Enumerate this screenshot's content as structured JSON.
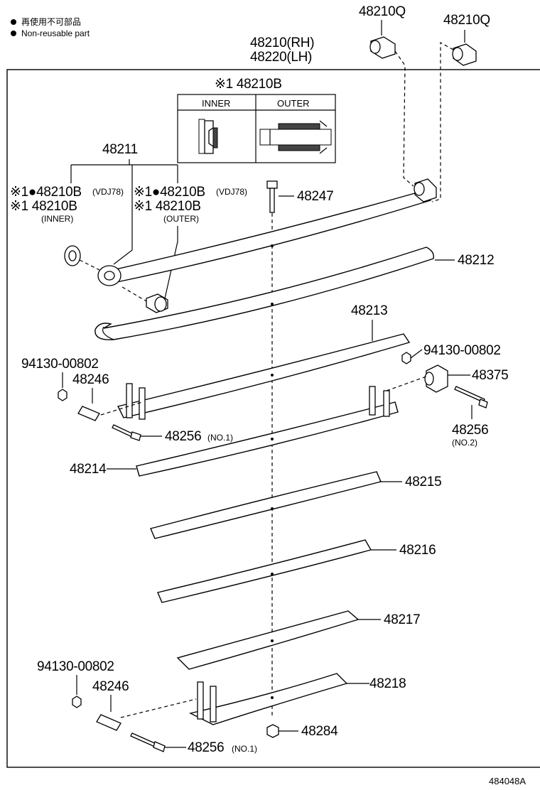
{
  "legend": {
    "line1": "再使用不可部品",
    "line2": "Non-reusable part"
  },
  "inset": {
    "title": "※1 48210B",
    "col_inner": "INNER",
    "col_outer": "OUTER"
  },
  "parts": {
    "p48210q_a": "48210Q",
    "p48210q_b": "48210Q",
    "p48210_rh": "48210(RH)",
    "p48220_lh": "48220(LH)",
    "p48211": "48211",
    "b_inner_1": "※1●48210B",
    "b_inner_1_note": "(VDJ78)",
    "b_inner_2": "※1  48210B",
    "b_inner_tag": "(INNER)",
    "b_outer_1": "※1●48210B",
    "b_outer_1_note": "(VDJ78)",
    "b_outer_2": "※1  48210B",
    "b_outer_tag": "(OUTER)",
    "p48247": "48247",
    "p48212": "48212",
    "p48213": "48213",
    "p94130_r": "94130-00802",
    "p48375": "48375",
    "p94130_l": "94130-00802",
    "p48246_a": "48246",
    "p48256_a": "48256",
    "p48256_a_note": "(NO.1)",
    "p48256_b": "48256",
    "p48256_b_note": "(NO.2)",
    "p48214": "48214",
    "p48215": "48215",
    "p48216": "48216",
    "p48217": "48217",
    "p94130_bl": "94130-00802",
    "p48246_b": "48246",
    "p48218": "48218",
    "p48284": "48284",
    "p48256_c": "48256",
    "p48256_c_note": "(NO.1)"
  },
  "figure_id": "484048A",
  "icons": {
    "legend_bullet": "filled-circle-icon"
  }
}
